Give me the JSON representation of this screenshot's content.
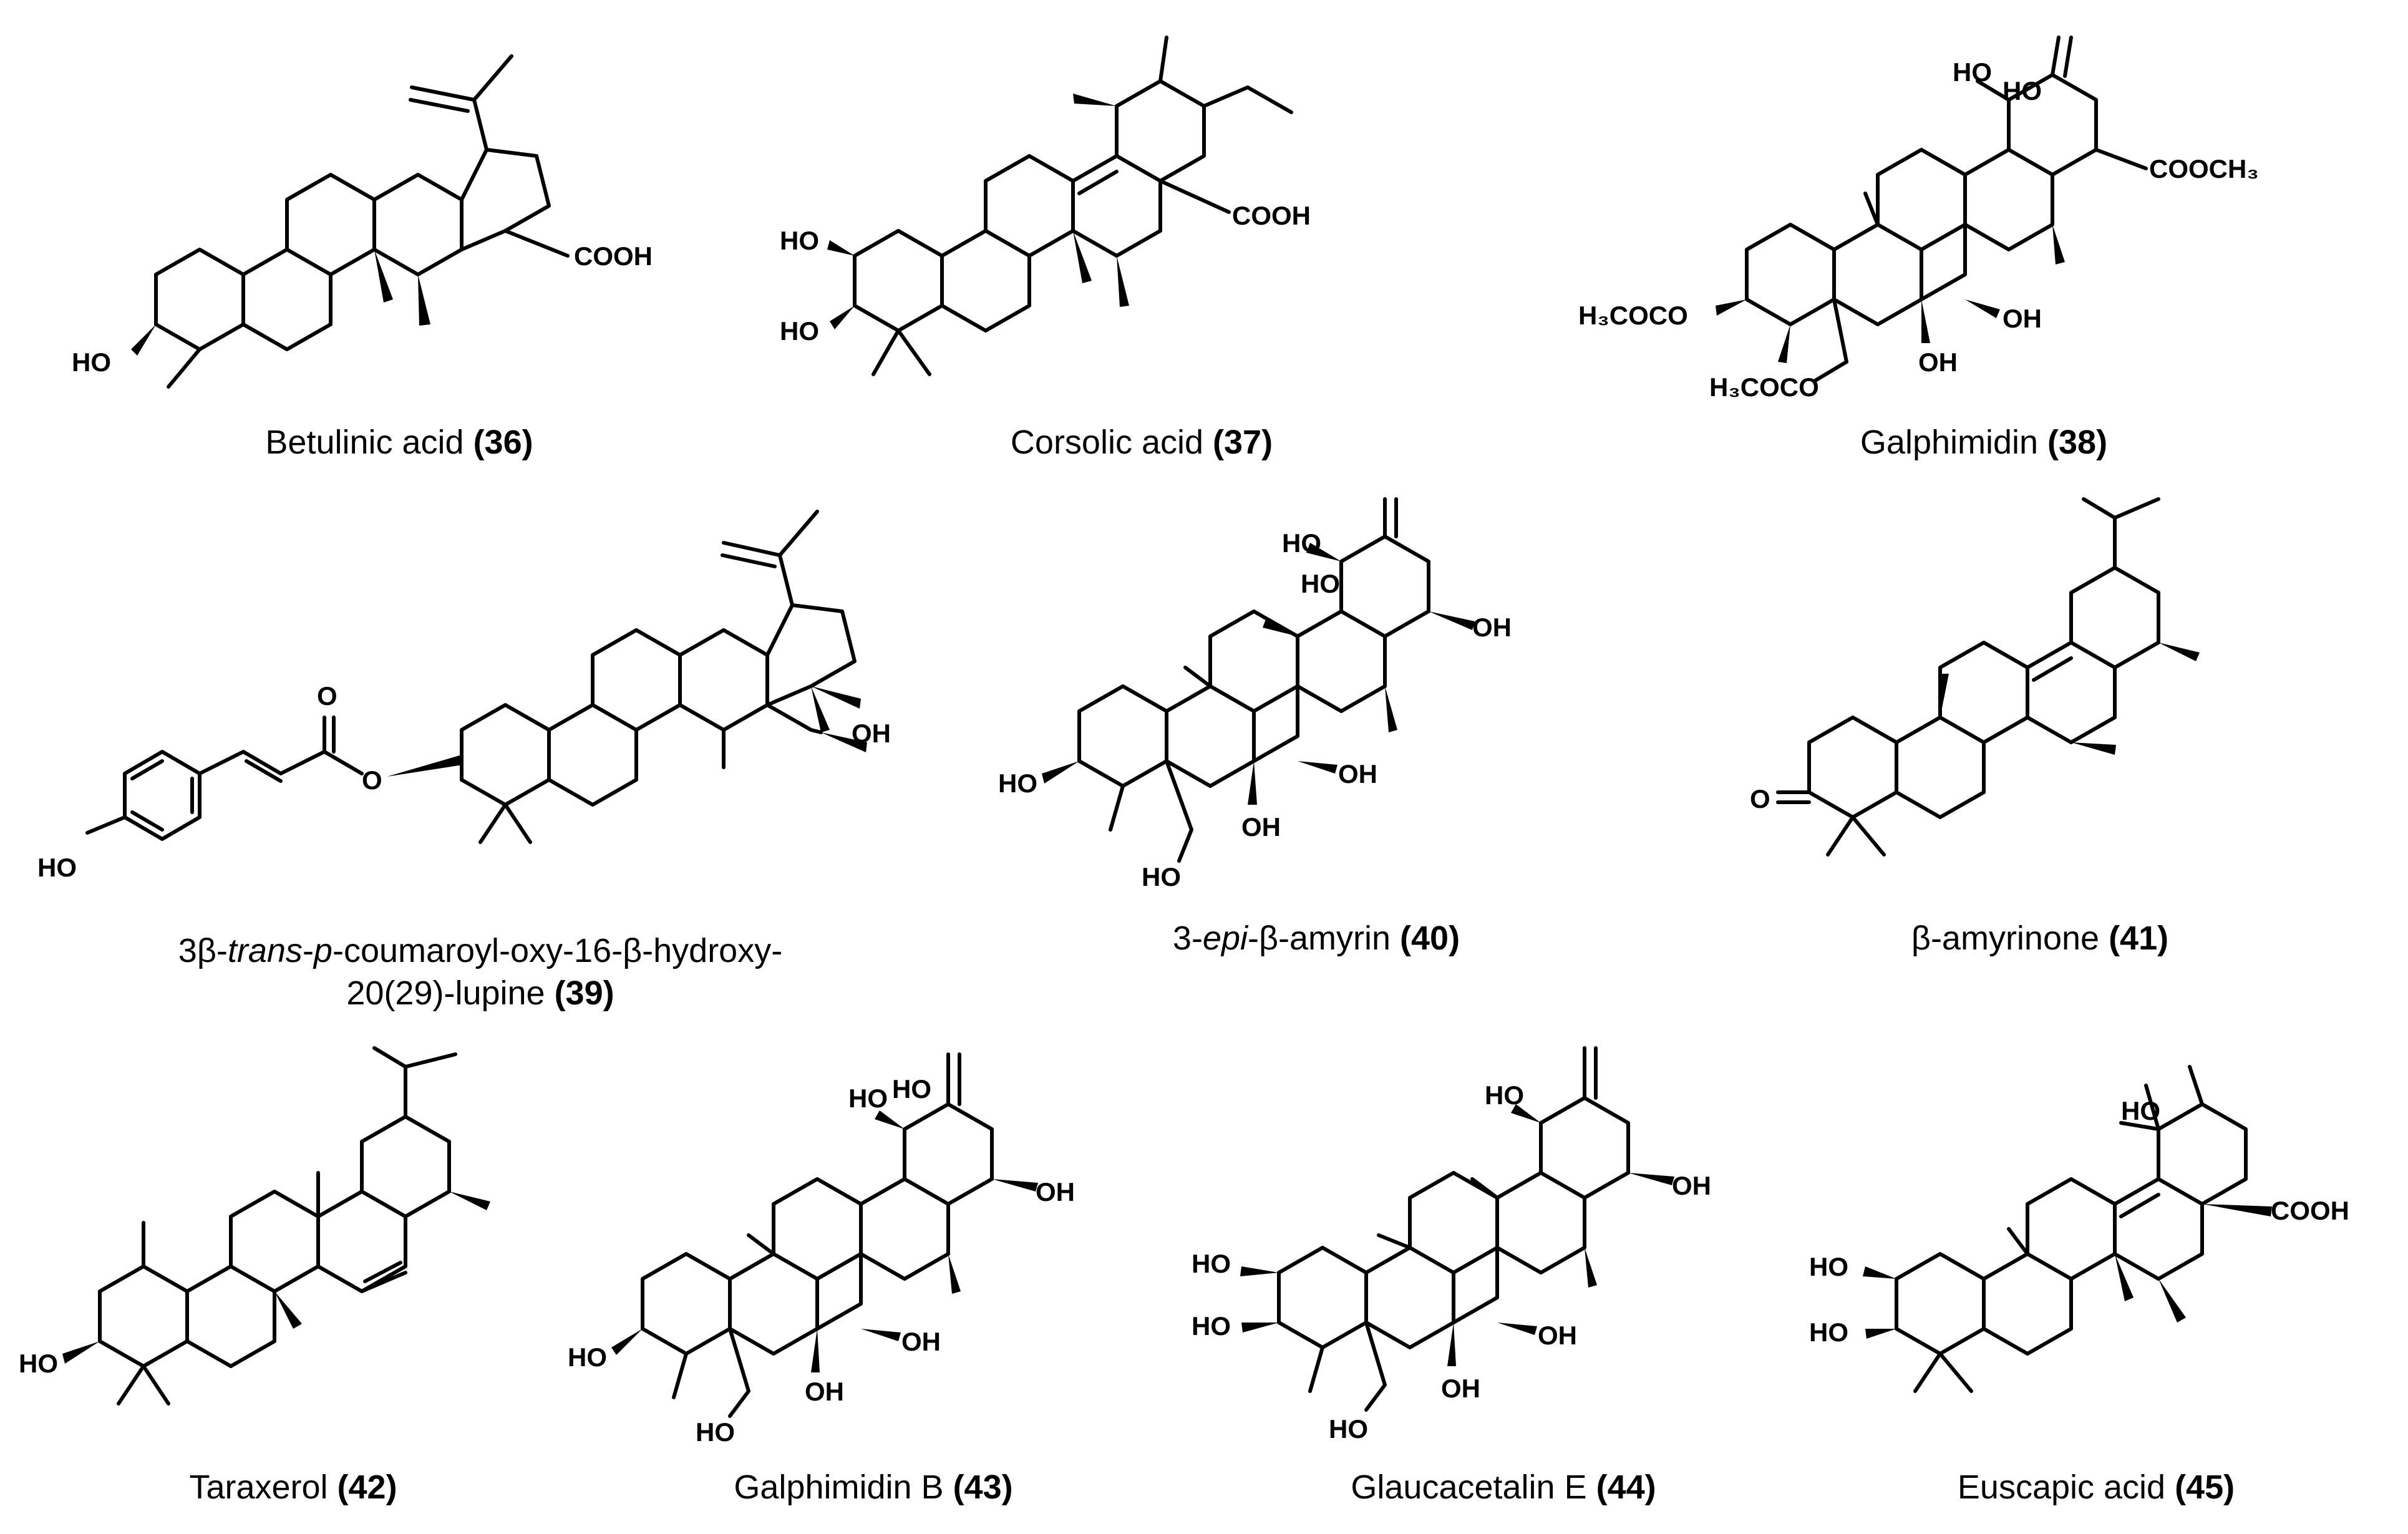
{
  "compounds": [
    {
      "id": "36",
      "caption": {
        "pre": "Betulinic acid ",
        "num": "(36)"
      },
      "substituents": {
        "s1": "COOH",
        "s2": "HO",
        "s3": "",
        "s4": "",
        "s5": "",
        "s6": ""
      }
    },
    {
      "id": "37",
      "caption": {
        "pre": "Corsolic acid ",
        "num": "(37)"
      },
      "substituents": {
        "s1": "COOH",
        "s2": "HO",
        "s3": "HO",
        "s4": "",
        "s5": "",
        "s6": ""
      }
    },
    {
      "id": "38",
      "caption": {
        "pre": "Galphimidin ",
        "num": "(38)"
      },
      "substituents": {
        "s1": "COOCH₃",
        "s2": "H₃COCO",
        "s3": "H₃COCO",
        "s4": "HO",
        "s5": "HO",
        "s6": "OH",
        "s7": "OH"
      }
    },
    {
      "id": "39",
      "caption": {
        "line1_pre": "3β-",
        "line1_it1": "trans",
        "line1_mid": "-",
        "line1_it2": "p",
        "line1_post": "-coumaroyl-oxy-16-β-hydroxy-",
        "line2_pre": "20(29)-lupine ",
        "num": "(39)"
      },
      "substituents": {
        "s1": "OH",
        "s2": "HO",
        "s3": "O",
        "s4": "O"
      }
    },
    {
      "id": "40",
      "caption": {
        "pre": "3-",
        "it": "epi",
        "post": "-β-amyrin ",
        "num": "(40)"
      },
      "substituents": {
        "s1": "OH",
        "s2": "HO",
        "s3": "HO",
        "s4": "HO",
        "s5": "OH",
        "s6": "OH"
      }
    },
    {
      "id": "41",
      "caption": {
        "pre": "β-amyrinone ",
        "num": "(41)"
      },
      "substituents": {
        "s1": "O"
      }
    },
    {
      "id": "42",
      "caption": {
        "pre": "Taraxerol ",
        "num": "(42)"
      },
      "substituents": {
        "s1": "HO"
      }
    },
    {
      "id": "43",
      "caption": {
        "pre": "Galphimidin B ",
        "num": "(43)"
      },
      "substituents": {
        "s1": "OH",
        "s2": "HO",
        "s3": "HO",
        "s4": "HO",
        "s5": "OH",
        "s6": "OH",
        "s7": "HO"
      }
    },
    {
      "id": "44",
      "caption": {
        "pre": "Glaucacetalin E ",
        "num": "(44)"
      },
      "substituents": {
        "s1": "OH",
        "s2": "HO",
        "s3": "HO",
        "s4": "HO",
        "s5": "OH",
        "s6": "OH",
        "s7": "HO"
      }
    },
    {
      "id": "45",
      "caption": {
        "pre": "Euscapic acid ",
        "num": "(45)"
      },
      "substituents": {
        "s1": "COOH",
        "s2": "HO",
        "s3": "HO",
        "s4": "HO"
      }
    }
  ]
}
